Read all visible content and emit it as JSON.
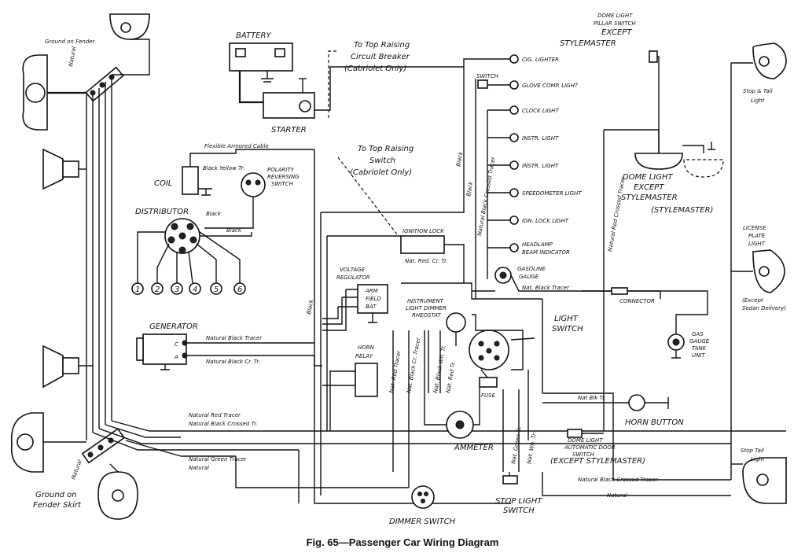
{
  "caption": "Fig. 65—Passenger Car Wiring Diagram",
  "labels": {
    "ground_fender": "Ground on Fender",
    "natural_top": "Natural",
    "ground_fender_skirt_1": "Ground on",
    "ground_fender_skirt_2": "Fender Skirt",
    "natural_bottom": "Natural",
    "battery": "BATTERY",
    "starter": "STARTER",
    "top_breaker_1": "To Top Raising",
    "top_breaker_2": "Circuit Breaker",
    "top_breaker_3": "(Cabriolet Only)",
    "top_switch_1": "To Top Raising",
    "top_switch_2": "Switch",
    "top_switch_3": "(Cabriolet Only)",
    "flexible_cable": "Flexible Armored Cable",
    "black_yellow_tr": "Black Yellow Tr.",
    "coil": "COIL",
    "polarity_1": "POLARITY",
    "polarity_2": "REVERSING",
    "polarity_3": "SWITCH",
    "distributor": "DISTRIBUTOR",
    "black_1": "Black",
    "black_2": "Black",
    "cyl_1": "1",
    "cyl_2": "2",
    "cyl_3": "3",
    "cyl_4": "4",
    "cyl_5": "5",
    "cyl_6": "6",
    "ignition_lock": "IGNITION LOCK",
    "nat_red_cr": "Nat. Red. Cr. Tr.",
    "voltage_reg_1": "VOLTAGE",
    "voltage_reg_2": "REGULATOR",
    "arm": "ARM",
    "field": "FIELD",
    "bat": "BAT",
    "generator": "GENERATOR",
    "gen_c": "C",
    "gen_a": "A",
    "nat_black_tracer": "Natural Black Tracer",
    "nat_black_cr": "Natural Black Cr. Tr.",
    "horn_relay_1": "HORN",
    "horn_relay_2": "RELAY",
    "nat_red_tracer": "Natural Red Tracer",
    "nat_black_crossed": "Natural Black Crossed Tr.",
    "nat_green_tracer": "Natural Green Tracer",
    "natural_mid": "Natural",
    "black_vert": "Black",
    "cig_lighter": "CIG. LIGHTER",
    "switch_small": "SWITCH",
    "glove_light": "GLOVE COMP. LIGHT",
    "clock_light": "CLOCK LIGHT",
    "instr_light_1": "INSTR. LIGHT",
    "instr_light_2": "INSTR. LIGHT",
    "speedo_light": "SPEEDOMETER LIGHT",
    "ign_lock_light": "IGN. LOCK LIGHT",
    "headlamp_1": "HEADLAMP",
    "headlamp_2": "BEAM INDICATOR",
    "gas_gauge_1": "GASOLINE",
    "gas_gauge_2": "GAUGE",
    "nat_black_tracer_2": "Nat. Black Tracer",
    "nat_black_cross_v": "Natural Black Crossed Tracer",
    "black_v2": "Black",
    "black_v3": "Black",
    "instr_dimmer_1": "INSTRUMENT",
    "instr_dimmer_2": "LIGHT DIMMER",
    "instr_dimmer_3": "RHEOSTAT",
    "light_switch_1": "LIGHT",
    "light_switch_2": "SWITCH",
    "fuse": "FUSE",
    "ammeter": "AMMETER",
    "nat_red_tr_v": "Nat. Red Tracer",
    "nat_blk_cr_v": "Nat. Black Cr. Tracer",
    "nat_blk_wh_v": "Nat. Black Wh. Tr.",
    "nat_red_tr_v2": "Nat. Red Tr.",
    "nat_green_tr_v": "Nat. Green Tr.",
    "nat_wh_tr_v": "Nat. Wh. Tr.",
    "dome_pillar_1": "DOME LIGHT",
    "dome_pillar_2": "PILLAR SWITCH",
    "dome_pillar_3": "EXCEPT",
    "dome_pillar_4": "STYLEMASTER",
    "nat_red_crossed_v": "Natural Red Crossed Tracer",
    "dome_light_1": "DOME LIGHT",
    "dome_light_2": "EXCEPT",
    "dome_light_3": "STYLEMASTER",
    "stylemaster": "(STYLEMASTER)",
    "connector": "CONNECTOR",
    "gas_unit_1": "GAS",
    "gas_unit_2": "GAUGE",
    "gas_unit_3": "TANK",
    "gas_unit_4": "UNIT",
    "nat_blk_tr": "Nat Blk Tr.",
    "horn_button": "HORN BUTTON",
    "dome_auto_1": "DOME LIGHT",
    "dome_auto_2": "AUTOMATIC DOOR",
    "dome_auto_3": "SWITCH",
    "dome_auto_4": "(EXCEPT STYLEMASTER)",
    "nat_black_crossed_2": "Natural Black Crossed Tracer",
    "natural_low": "Natural",
    "stop_light_1": "STOP LIGHT",
    "stop_light_2": "SWITCH",
    "dimmer_switch": "DIMMER SWITCH",
    "stop_tail_1": "Stop & Tail",
    "stop_tail_2": "Light",
    "license_1": "LICENSE",
    "license_2": "PLATE",
    "license_3": "LIGHT",
    "license_4": "(Except",
    "license_5": "Sedan Delivery)",
    "stop_tail_3": "Stop Tail",
    "stop_tail_4": "Light"
  }
}
